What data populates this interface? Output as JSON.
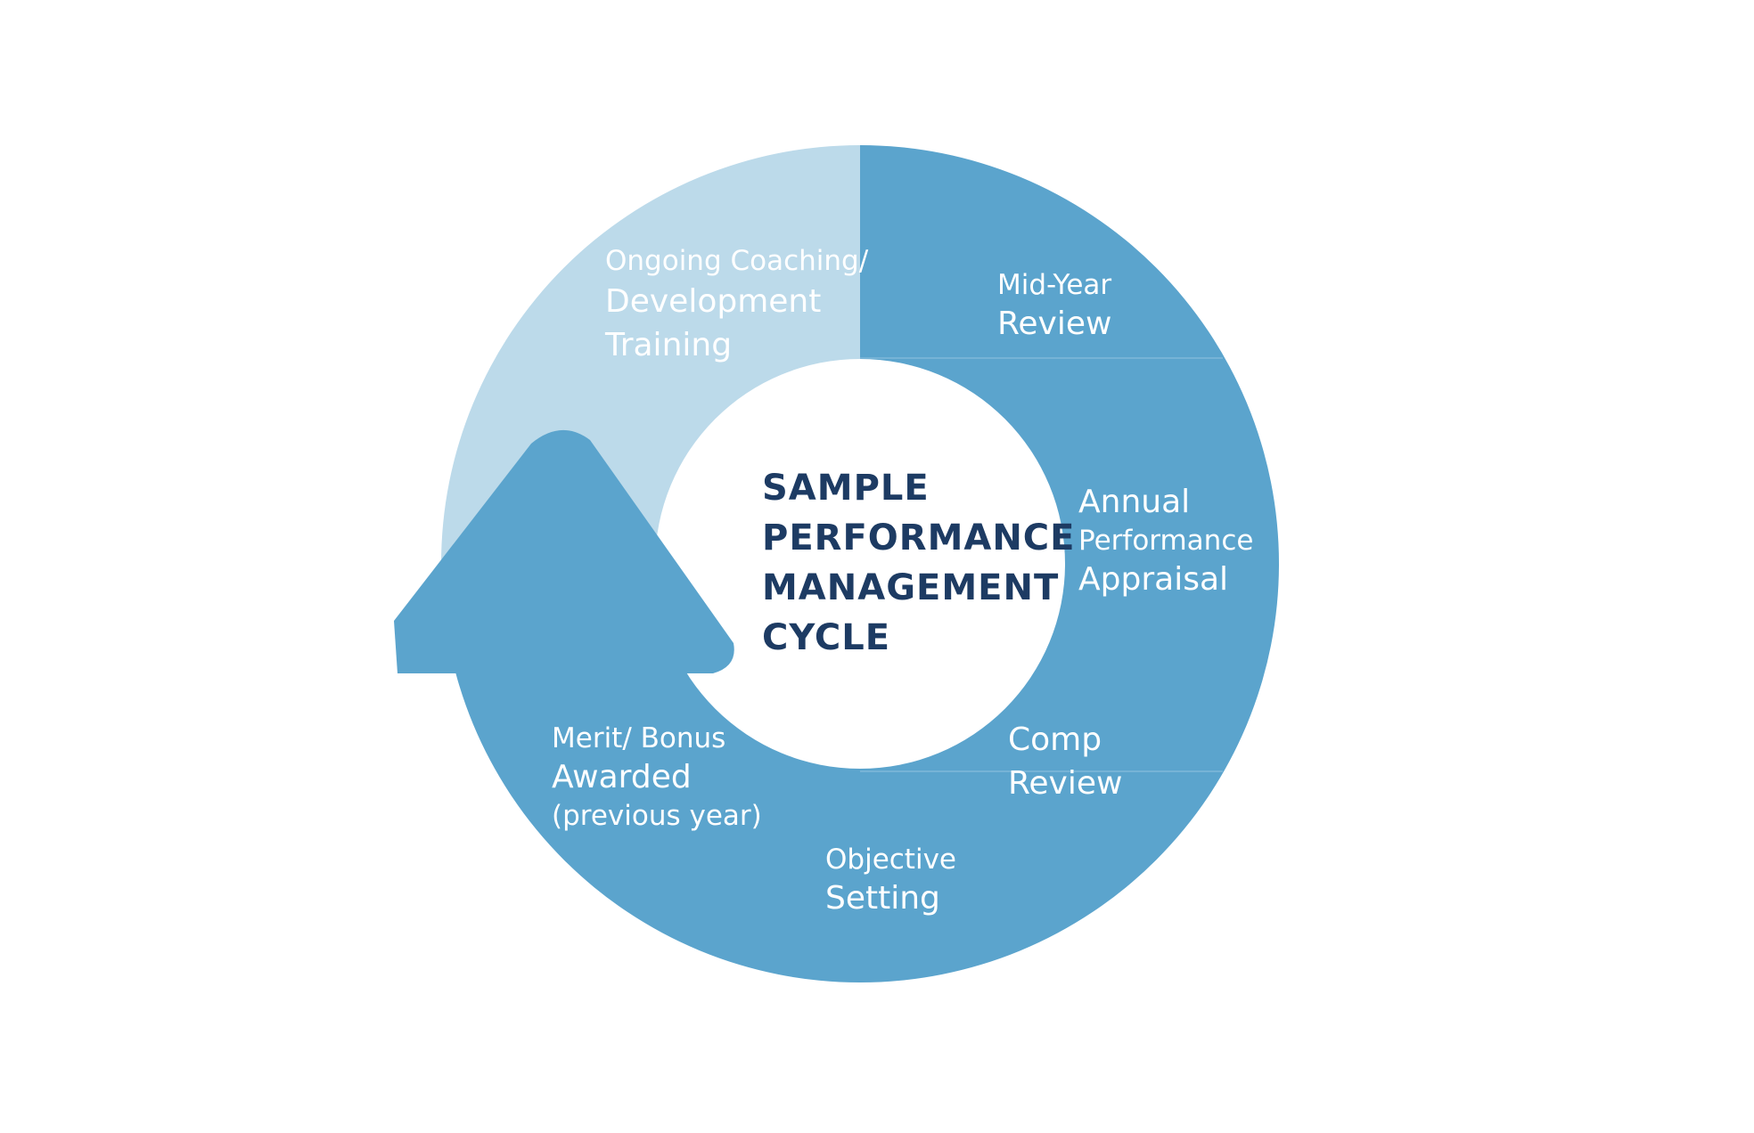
{
  "title": {
    "lines": [
      "SAMPLE",
      "PERFORMANCE",
      "MANAGEMENT",
      "CYCLE"
    ]
  },
  "stages": {
    "coaching": {
      "line1": "Ongoing Coaching/",
      "line2": "Development",
      "line3": "Training"
    },
    "mid_year": {
      "line1": "Mid-Year",
      "line2": "Review"
    },
    "annual": {
      "line1": "Annual",
      "line2": "Performance",
      "line3": "Appraisal"
    },
    "comp": {
      "line1": "Comp",
      "line2": "Review"
    },
    "objective": {
      "line1": "Objective",
      "line2": "Setting"
    },
    "merit": {
      "line1": "Merit/ Bonus",
      "line2": "Awarded",
      "line3": "(previous  year)"
    }
  },
  "colors": {
    "ring_dark": "#5ba4cd",
    "ring_light": "#bcdaea",
    "title": "#1d3b63",
    "label": "#ffffff",
    "background": "#ffffff"
  }
}
